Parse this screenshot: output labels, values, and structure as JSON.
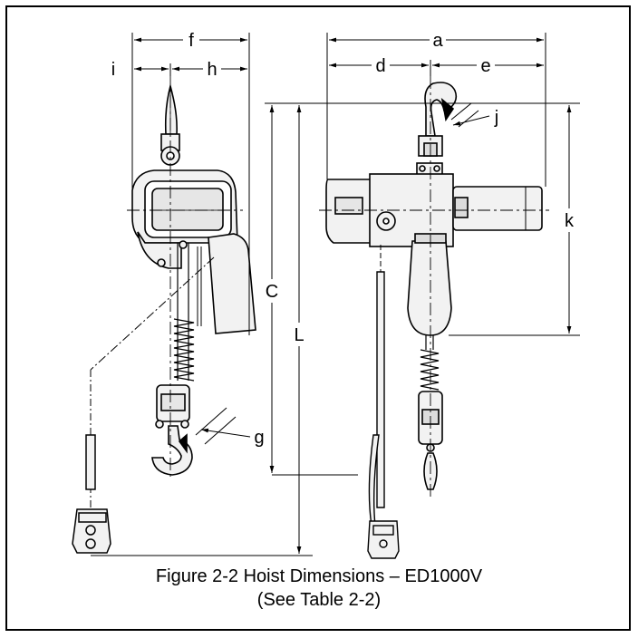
{
  "dimension_labels": {
    "a": "a",
    "d": "d",
    "e": "e",
    "f": "f",
    "g": "g",
    "h": "h",
    "i": "i",
    "j": "j",
    "k": "k",
    "C": "C",
    "L": "L"
  },
  "caption": {
    "line1": "Figure 2-2  Hoist Dimensions – ED1000V",
    "line2": "(See Table 2-2)"
  },
  "colors": {
    "line": "#000000",
    "body_fill": "#f2f2f2",
    "mid_fill": "#dcdcdc"
  }
}
